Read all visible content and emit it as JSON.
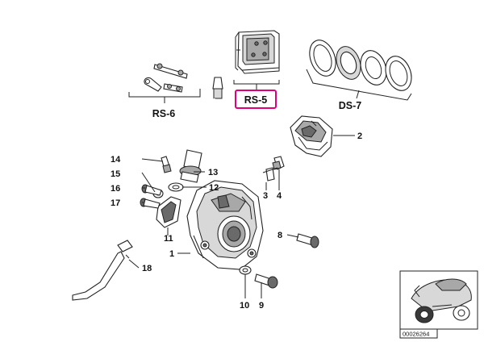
{
  "callouts": {
    "n1": "1",
    "n2": "2",
    "n3": "3",
    "n4": "4",
    "n8": "8",
    "n9": "9",
    "n10": "10",
    "n11": "11",
    "n12": "12",
    "n13": "13",
    "n14": "14",
    "n15": "15",
    "n16": "16",
    "n17": "17",
    "n18": "18"
  },
  "groups": {
    "rs5": "RS-5",
    "rs6": "RS-6",
    "ds7": "DS-7"
  },
  "thumbnail": {
    "ref": "00026264"
  },
  "colors": {
    "highlight": "#e0007a",
    "ink": "#222222"
  }
}
